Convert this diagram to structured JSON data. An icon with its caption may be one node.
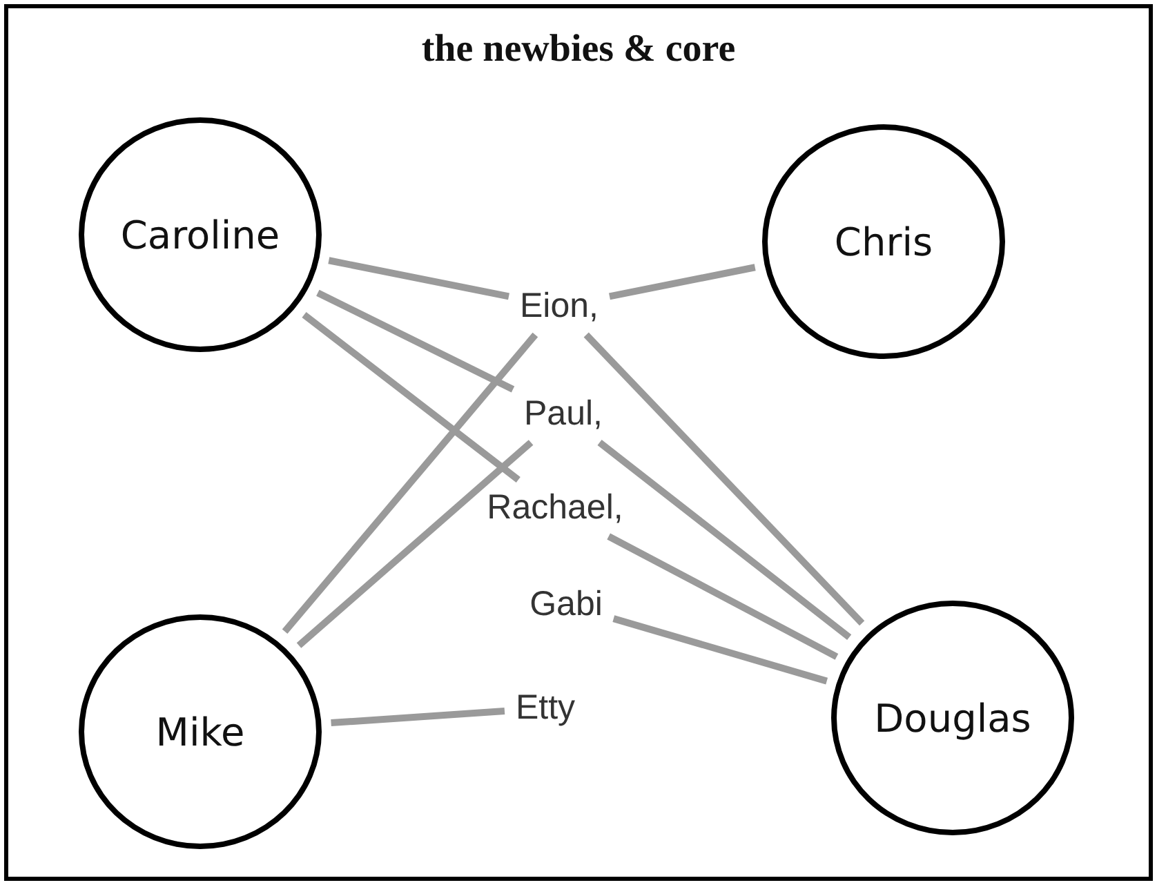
{
  "diagram": {
    "title": "the newbies & core",
    "nodes": [
      {
        "text": [
          "Caroline"
        ]
      },
      {
        "text": [
          "Chris"
        ]
      },
      {
        "text": [
          "Eion,"
        ]
      },
      {
        "text": [
          "Paul,"
        ]
      },
      {
        "text": [
          "Rachael,"
        ]
      },
      {
        "text": [
          "Gabi"
        ]
      },
      {
        "text": [
          "Mike"
        ]
      },
      {
        "text": [
          "Etty"
        ]
      },
      {
        "text": [
          "Douglas"
        ]
      }
    ],
    "edges": [
      {
        "from": 0,
        "to": 2,
        "arrow": "none"
      },
      {
        "from": 1,
        "to": 2,
        "arrow": "none"
      },
      {
        "from": 0,
        "to": 3,
        "arrow": "none"
      },
      {
        "from": 0,
        "to": 4,
        "arrow": "none"
      },
      {
        "from": 6,
        "to": 2,
        "arrow": "none"
      },
      {
        "from": 6,
        "to": 3,
        "arrow": "none"
      },
      {
        "from": 2,
        "to": 8,
        "arrow": "none"
      },
      {
        "from": 3,
        "to": 8,
        "arrow": "none"
      },
      {
        "from": 4,
        "to": 8,
        "arrow": "none"
      },
      {
        "from": 5,
        "to": 8,
        "arrow": "none"
      },
      {
        "from": 6,
        "to": 7,
        "arrow": "none"
      }
    ]
  }
}
